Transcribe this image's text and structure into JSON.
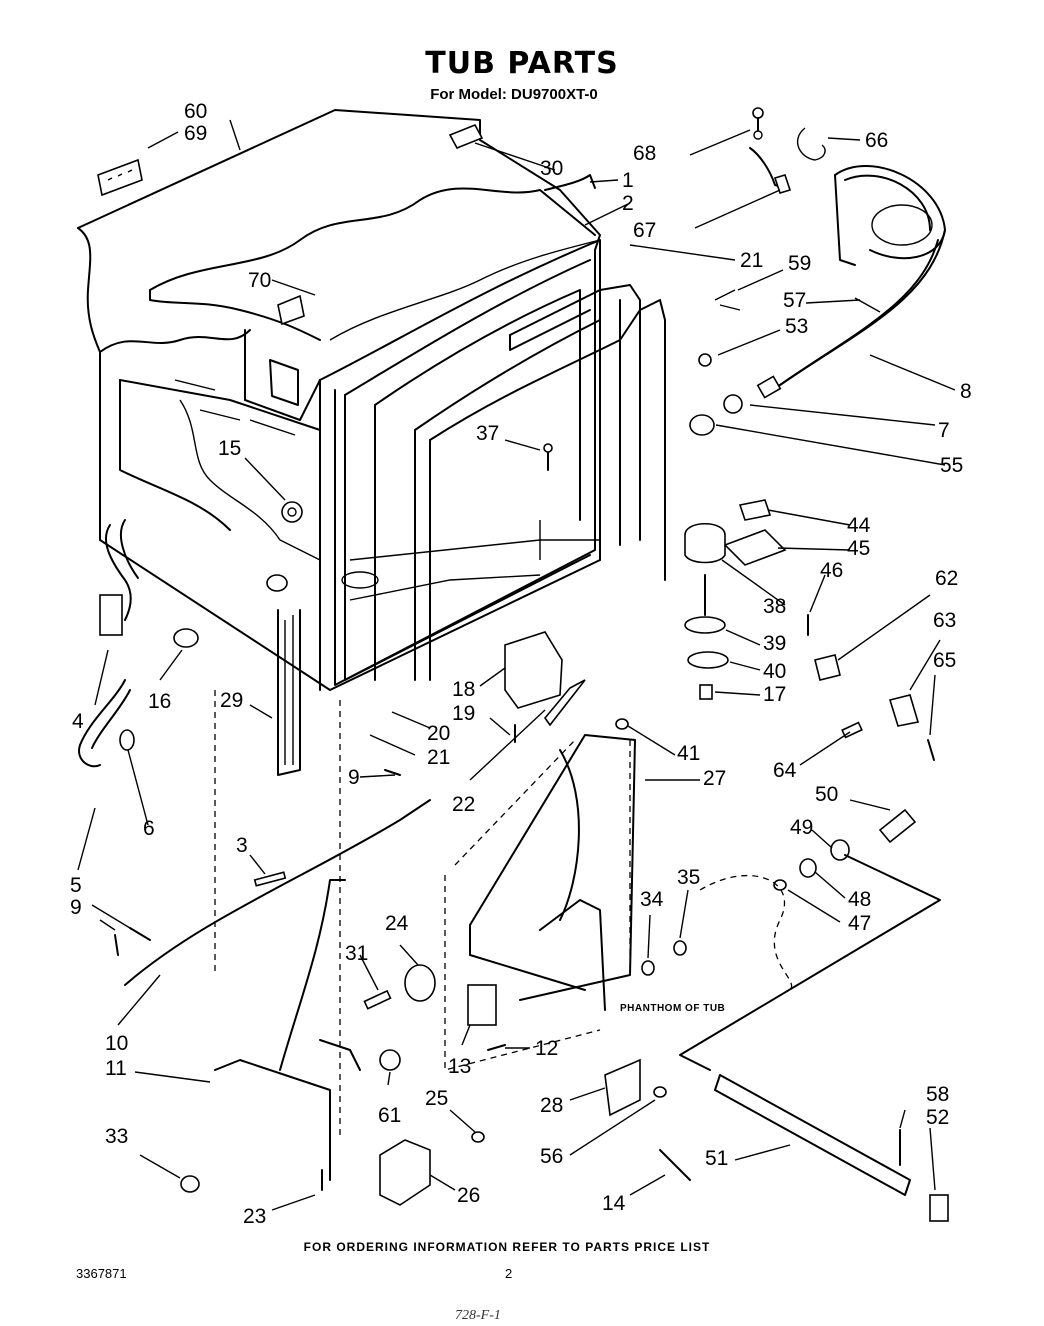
{
  "title": "TUB PARTS",
  "subtitle": "For Model: DU9700XT-0",
  "footer": "FOR ORDERING INFORMATION REFER TO PARTS PRICE LIST",
  "doc_number": "3367871",
  "page_number": "2",
  "handwritten_note": "728-F-1",
  "phantom_label": "PHANTHOM OF TUB",
  "callouts": [
    "60",
    "69",
    "30",
    "68",
    "66",
    "1",
    "2",
    "67",
    "70",
    "21",
    "59",
    "57",
    "53",
    "8",
    "7",
    "55",
    "15",
    "37",
    "44",
    "45",
    "46",
    "38",
    "62",
    "63",
    "39",
    "40",
    "17",
    "65",
    "16",
    "4",
    "29",
    "18",
    "19",
    "20",
    "21",
    "41",
    "64",
    "27",
    "50",
    "9",
    "22",
    "6",
    "49",
    "48",
    "47",
    "5",
    "3",
    "35",
    "34",
    "9",
    "24",
    "31",
    "10",
    "11",
    "13",
    "12",
    "28",
    "61",
    "25",
    "58",
    "52",
    "33",
    "56",
    "14",
    "51",
    "23",
    "26"
  ]
}
